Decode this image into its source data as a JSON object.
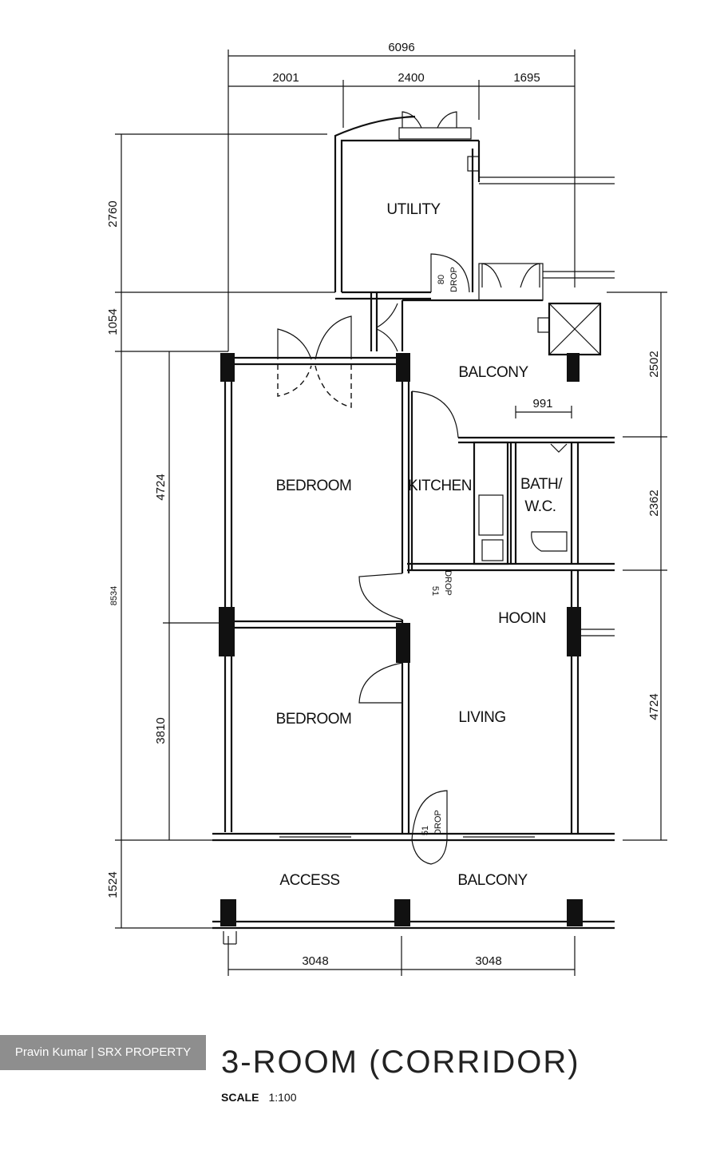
{
  "plan": {
    "title": "3-ROOM  (CORRIDOR)",
    "scale_label": "SCALE",
    "scale_value": "1:100",
    "rooms": {
      "utility": "UTILITY",
      "balcony_top": "BALCONY",
      "bedroom_1": "BEDROOM",
      "kitchen": "KITCHEN",
      "bath_line1": "BATH/",
      "bath_line2": "W.C.",
      "bedroom_2": "BEDROOM",
      "living": "LIVING",
      "access": "ACCESS",
      "balcony_bottom": "BALCONY",
      "mirrored_label": "HOOIN"
    },
    "dimensions": {
      "top_total": "6096",
      "top_1": "2001",
      "top_2": "2400",
      "top_3": "1695",
      "left_1": "2760",
      "left_2": "1054",
      "left_3": "4724",
      "left_4": "8534",
      "left_5": "3810",
      "left_6": "1524",
      "right_1": "2502",
      "right_2": "2362",
      "right_3": "4724",
      "bottom_1": "3048",
      "bottom_2": "3048",
      "bath_width": "991"
    },
    "drops": {
      "utility_num": "80",
      "utility_text": "DROP",
      "kitchen_num": "51",
      "kitchen_text": "DROP",
      "living_num": "51",
      "living_text": "DROP"
    }
  },
  "watermark": "Pravin Kumar | SRX PROPERTY"
}
